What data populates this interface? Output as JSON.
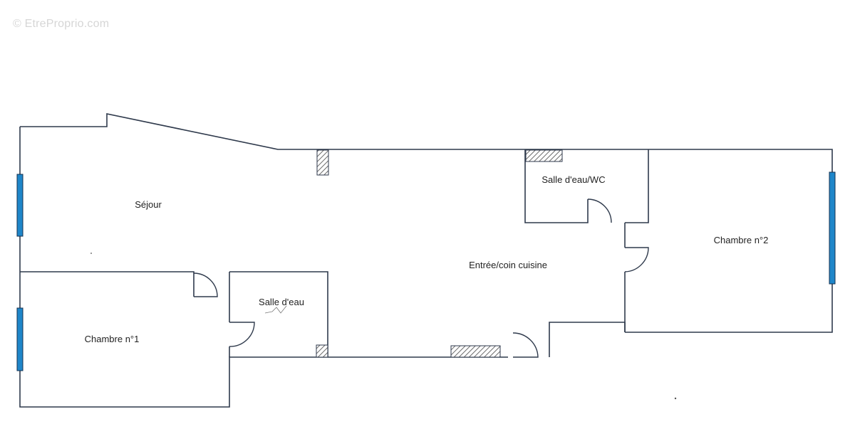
{
  "watermark": "© EtreProprio.com",
  "colors": {
    "wall": "#2f3a4c",
    "window": "#1f86c9",
    "hatch": "#6b6b6b"
  },
  "rooms": {
    "sejour": "Séjour",
    "salle_eau_wc": "Salle d'eau/WC",
    "chambre_2": "Chambre n°2",
    "entree_cuisine": "Entrée/coin cuisine",
    "salle_eau": "Salle d'eau",
    "chambre_1": "Chambre n°1"
  }
}
